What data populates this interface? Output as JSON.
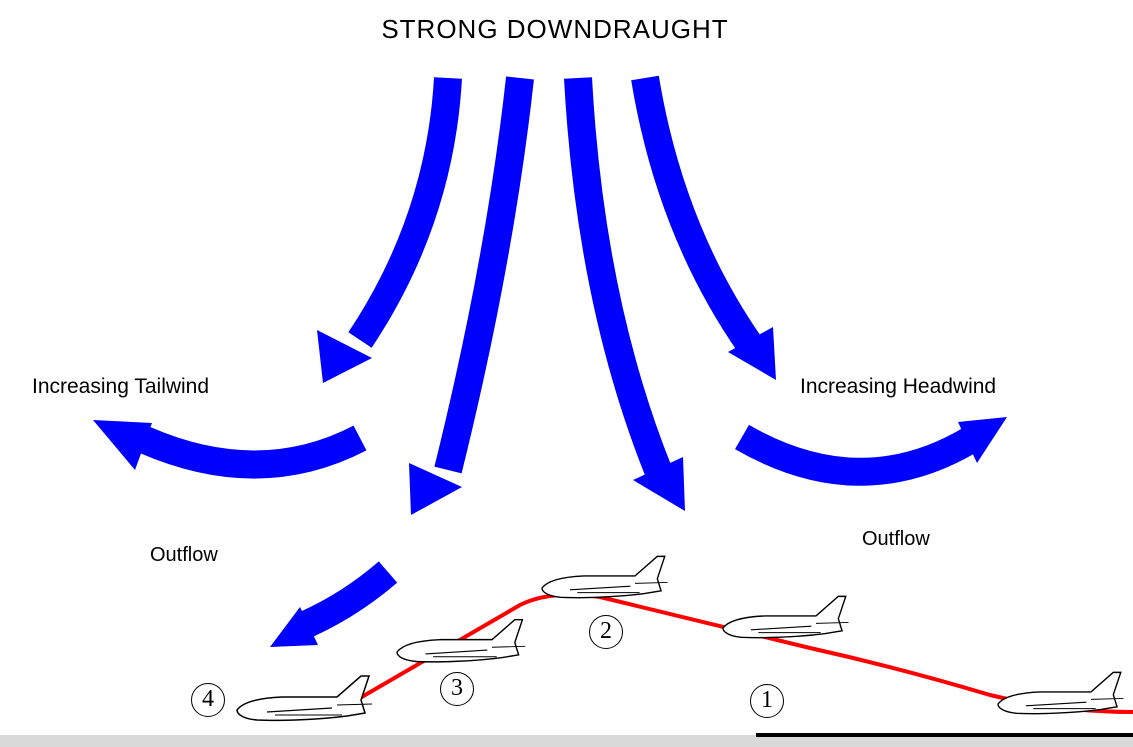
{
  "title": "STRONG DOWNDRAUGHT",
  "labels": {
    "increasing_tailwind": "Increasing Tailwind",
    "increasing_headwind": "Increasing Headwind",
    "outflow_left": "Outflow",
    "outflow_right": "Outflow"
  },
  "positions": [
    "1",
    "2",
    "3",
    "4"
  ],
  "colors": {
    "arrows": "#0000ff",
    "flight_path": "#ff0000",
    "ground": "#d9d9d9",
    "runway": "#000000"
  },
  "icons": [
    "aircraft-icon"
  ]
}
